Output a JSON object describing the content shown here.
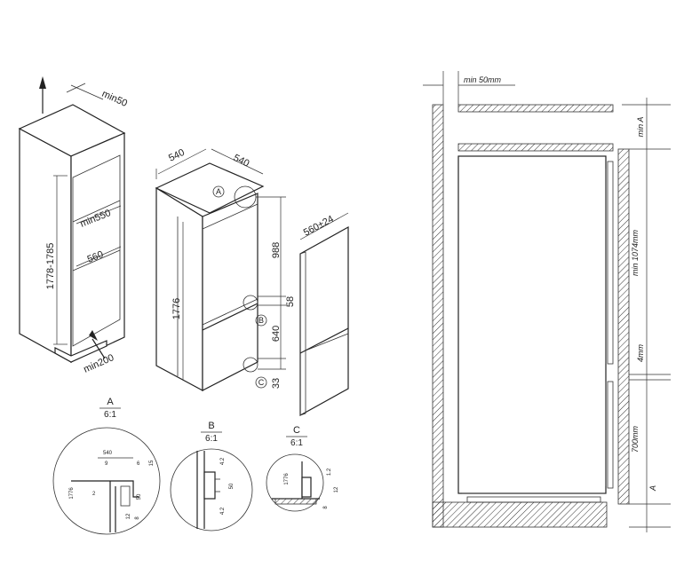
{
  "cabinet": {
    "top_vent": "min50",
    "bottom_vent": "min200",
    "height_range": "1778-1785",
    "depth": "min550",
    "width": "560"
  },
  "fridge": {
    "width": "540",
    "depth": "540",
    "height": "1776",
    "upper_height": "988",
    "gap": "58",
    "lower_height": "640",
    "bottom": "33",
    "marker_a": "A",
    "marker_b": "B",
    "marker_c": "C"
  },
  "door_panel": {
    "width": "560±24"
  },
  "details": {
    "a": {
      "label": "A",
      "scale": "6:1",
      "dims": [
        "540",
        "1776",
        "9",
        "6",
        "15",
        "2",
        "50",
        "12",
        "8"
      ]
    },
    "b": {
      "label": "B",
      "scale": "6:1",
      "dims": [
        "4.2",
        "50",
        "4.2"
      ]
    },
    "c": {
      "label": "C",
      "scale": "6:1",
      "dims": [
        "1776",
        "1.2",
        "12",
        "8"
      ]
    }
  },
  "section": {
    "top_gap": "min 50mm",
    "top_clearance": "min A",
    "upper_vent": "min 1074mm",
    "mid_gap": "4mm",
    "lower_vent": "700mm",
    "bottom_clearance": "A"
  }
}
